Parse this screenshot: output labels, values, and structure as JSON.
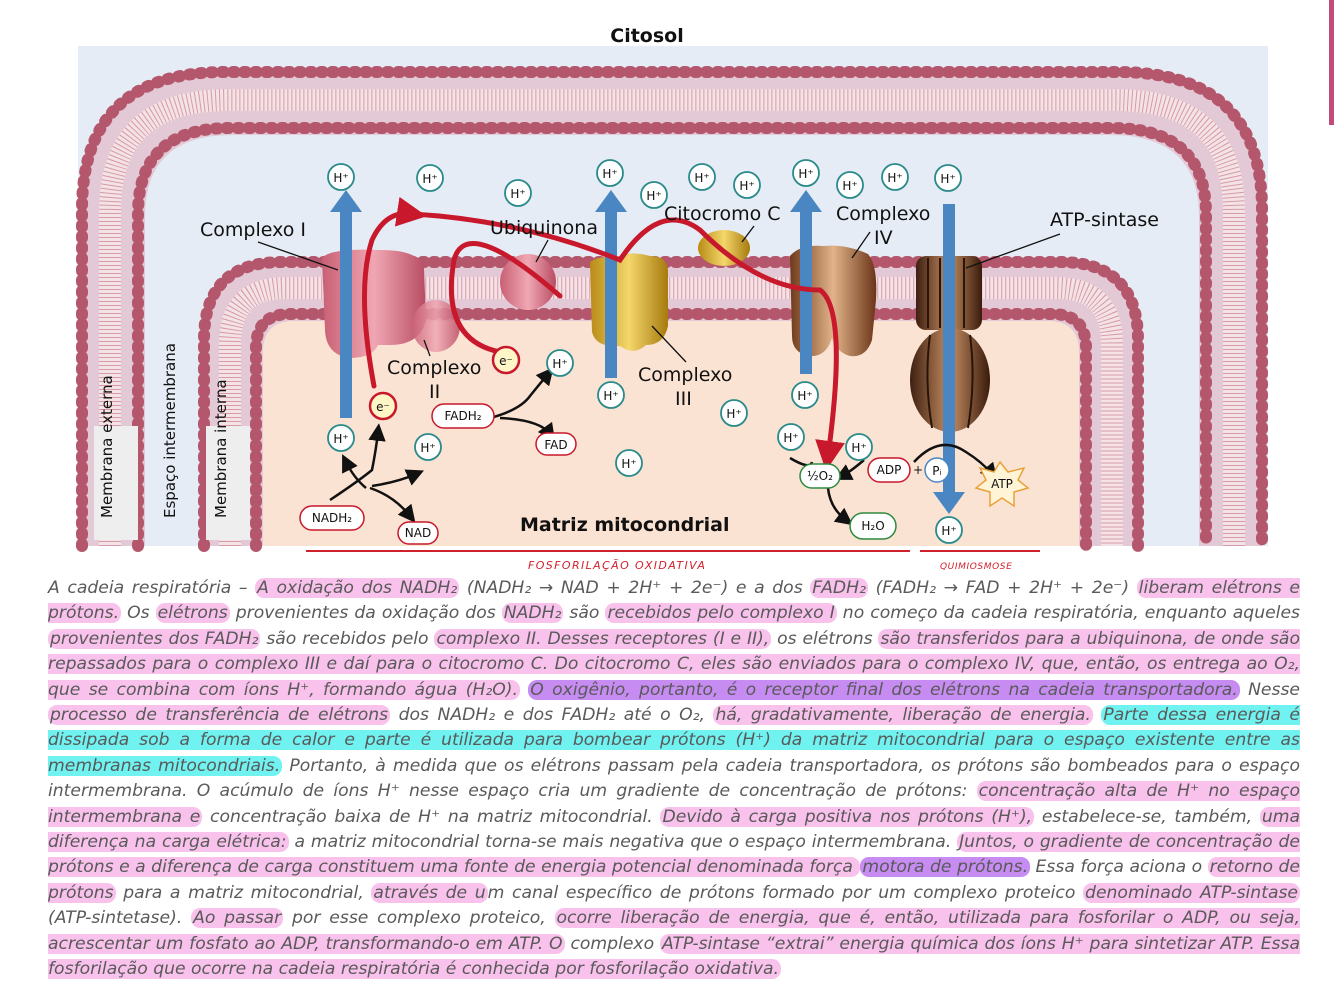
{
  "title": "Citosol",
  "labels": {
    "complexo_i": "Complexo I",
    "ubiquinona": "Ubiquinona",
    "citocromo_c": "Citocromo C",
    "complexo_iv_a": "Complexo",
    "complexo_iv_b": "IV",
    "atp_sintase": "ATP-sintase",
    "complexo_ii_a": "Complexo",
    "complexo_ii_b": "II",
    "complexo_iii_a": "Complexo",
    "complexo_iii_b": "III",
    "matriz": "Matriz mitocondrial",
    "membrana_externa": "Membrana externa",
    "espaco": "Espaço intermembrana",
    "membrana_interna": "Membrana interna"
  },
  "molecules": {
    "h_plus": "H⁺",
    "e_minus": "e⁻",
    "nadh2": "NADH₂",
    "nad": "NAD",
    "fadh2": "FADH₂",
    "fad": "FAD",
    "half_o2": "½O₂",
    "h2o": "H₂O",
    "adp": "ADP",
    "plus": "+",
    "pi": "Pᵢ",
    "atp": "ATP"
  },
  "handwritten": {
    "left": "FOSFORILAÇÃO OXIDATIVA",
    "right": "QUIMIOSMOSE"
  },
  "colors": {
    "membrane": "#d98a9b",
    "membrane_dark": "#a85264",
    "matrix": "#fbe3d3",
    "cytosol": "#e6ecf5",
    "arrow_red": "#c8182b",
    "arrow_blue": "#4a87c2",
    "highlight_pink": "#f9c2ec",
    "highlight_violet": "#c78cf2",
    "highlight_cyan": "#6ff2f0"
  },
  "paragraph": [
    {
      "t": "A cadeia respiratória – ",
      "h": ""
    },
    {
      "t": "A oxidação dos NADH₂",
      "h": "p"
    },
    {
      "t": " (NADH₂ → NAD + 2H⁺ + 2e⁻) e a dos ",
      "h": ""
    },
    {
      "t": "FADH₂",
      "h": "p"
    },
    {
      "t": " (FADH₂ → FAD + 2H⁺ + 2e⁻) ",
      "h": ""
    },
    {
      "t": "liberam elétrons e prótons.",
      "h": "p"
    },
    {
      "t": " Os ",
      "h": ""
    },
    {
      "t": "elétrons",
      "h": "p"
    },
    {
      "t": " provenientes da oxidação dos ",
      "h": ""
    },
    {
      "t": "NADH₂",
      "h": "p"
    },
    {
      "t": " são ",
      "h": ""
    },
    {
      "t": "recebidos pelo complexo I",
      "h": "p"
    },
    {
      "t": " no começo da cadeia respiratória, enquanto aqueles ",
      "h": ""
    },
    {
      "t": "provenientes dos FADH₂",
      "h": "p"
    },
    {
      "t": " são recebidos pelo ",
      "h": ""
    },
    {
      "t": "complexo II. Desses receptores (I e II),",
      "h": "p"
    },
    {
      "t": " os elétrons ",
      "h": ""
    },
    {
      "t": "são transferidos para a ubiquinona, de onde são repassados para o complexo III e daí para o citocromo C. Do citocromo C, eles são enviados para o complexo IV, que, então, os entrega ao O₂, que se combina com íons H⁺, formando água (H₂O).",
      "h": "p"
    },
    {
      "t": " ",
      "h": ""
    },
    {
      "t": "O oxigênio, portanto, é o receptor final dos elétrons na cadeia transportadora.",
      "h": "v"
    },
    {
      "t": " Nesse ",
      "h": ""
    },
    {
      "t": "processo de transferência de elétrons",
      "h": "p"
    },
    {
      "t": " dos NADH₂ e dos FADH₂ até o O₂, ",
      "h": ""
    },
    {
      "t": "há, gradativamente, liberação de energia.",
      "h": "p"
    },
    {
      "t": " ",
      "h": ""
    },
    {
      "t": "Parte dessa energia é dissipada sob a forma de calor e parte é utilizada para bombear prótons (H⁺) da matriz mitocondrial para o espaço existente entre as membranas mitocondriais.",
      "h": "c"
    },
    {
      "t": " Portanto, à medida que os elétrons passam pela cadeia transportadora, os prótons são bombeados para o espaço intermembrana. O acúmulo de íons H⁺ nesse espaço cria um gradiente de concentração de prótons: ",
      "h": ""
    },
    {
      "t": "concentração alta de H⁺ no espaço intermembrana e",
      "h": "p"
    },
    {
      "t": " concentração baixa de H⁺ na matriz mitocondrial. ",
      "h": ""
    },
    {
      "t": "Devido à carga positiva nos prótons (H⁺),",
      "h": "p"
    },
    {
      "t": " estabelece-se, também, ",
      "h": ""
    },
    {
      "t": "uma diferença na carga elétrica:",
      "h": "p"
    },
    {
      "t": " a matriz mitocondrial torna-se mais negativa que o espaço intermembrana. ",
      "h": ""
    },
    {
      "t": "Juntos, o gradiente de concentração de prótons e a diferença de carga constituem uma fonte de energia potencial denominada força ",
      "h": "p"
    },
    {
      "t": "motora de prótons.",
      "h": "v"
    },
    {
      "t": " Essa força aciona o ",
      "h": ""
    },
    {
      "t": "retorno de prótons",
      "h": "p"
    },
    {
      "t": " para a matriz mitocondrial, ",
      "h": ""
    },
    {
      "t": "através de u",
      "h": "p"
    },
    {
      "t": "m canal específico de prótons formado por um complexo proteico ",
      "h": ""
    },
    {
      "t": "denominado ATP-sintase",
      "h": "p"
    },
    {
      "t": " (ATP-sintetase). ",
      "h": ""
    },
    {
      "t": "Ao passar",
      "h": "p"
    },
    {
      "t": " por esse complexo proteico, ",
      "h": ""
    },
    {
      "t": "ocorre liberação de energia, que é, então, utilizada para fosforilar o ADP, ou seja, acrescentar um fosfato ao ADP, transformando-o em ATP. O",
      "h": "p"
    },
    {
      "t": " complexo ",
      "h": ""
    },
    {
      "t": "ATP-sintase “extrai” energia química dos íons H⁺ para sintetizar ATP. Essa fosforilação que ocorre na cadeia respiratória é conhecida por fosforilação oxidativa.",
      "h": "p"
    }
  ]
}
